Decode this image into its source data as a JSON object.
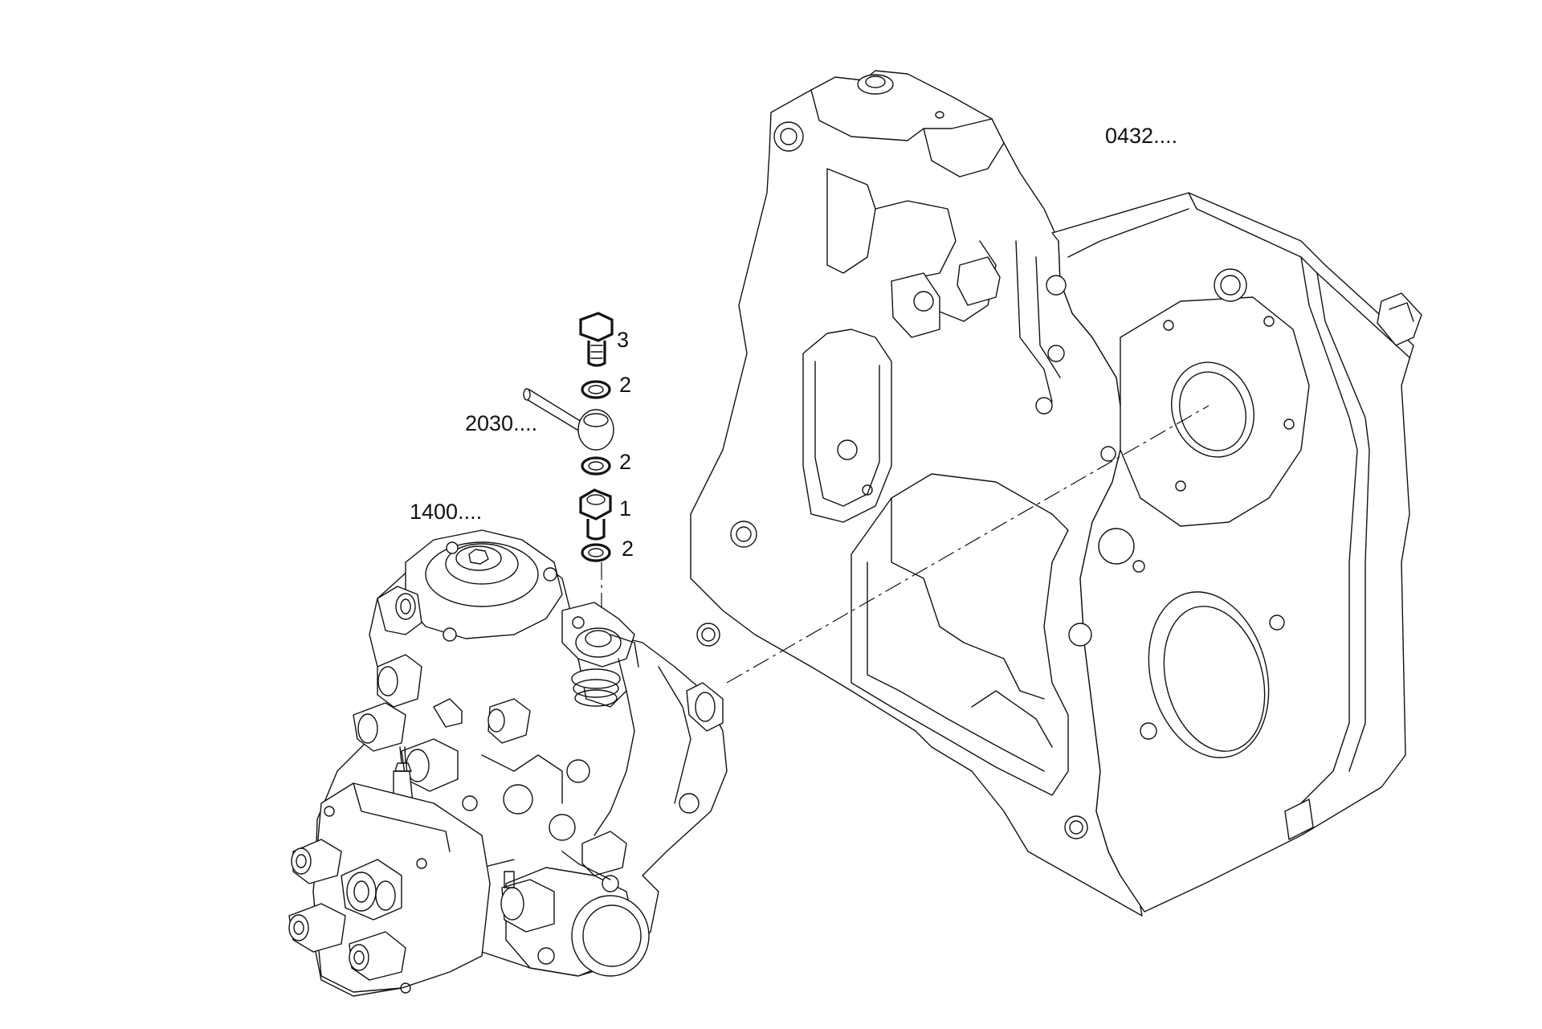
{
  "labels": {
    "gear_housing": "0432....",
    "pipe": "2030....",
    "pump": "1400....",
    "part_3": "3",
    "part_2_top": "2",
    "part_2_mid": "2",
    "part_1": "1",
    "part_2_bottom": "2"
  },
  "colors": {
    "line": "#111111",
    "background": "#ffffff"
  }
}
